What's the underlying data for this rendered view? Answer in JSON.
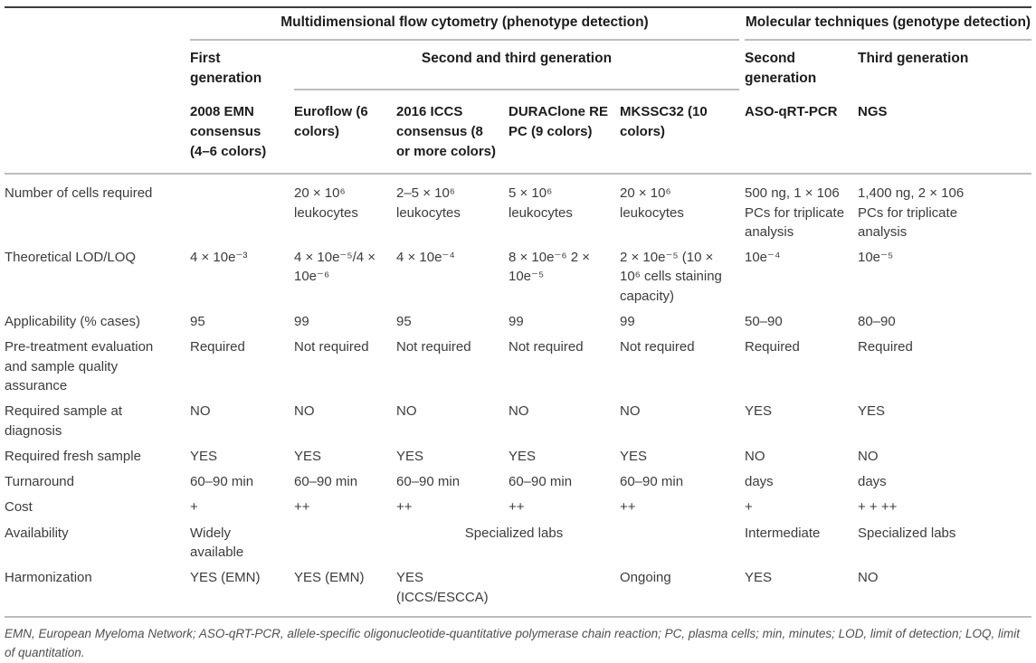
{
  "table": {
    "group_headers": {
      "flow": "Multidimensional flow cytometry (phenotype detection)",
      "molecular": "Molecular techniques (genotype detection)"
    },
    "subgroup_headers": {
      "first_generation": "First generation",
      "second_and_third_generation": "Second and third generation",
      "second_generation": "Second generation",
      "third_generation": "Third generation"
    },
    "columns": [
      "2008 EMN consensus (4–6 colors)",
      "Euroflow (6 colors)",
      "2016 ICCS consensus (8 or more colors)",
      "DURAClone RE PC (9 colors)",
      "MKSSC32 (10 colors)",
      "ASO-qRT-PCR",
      "NGS"
    ],
    "rows": [
      {
        "label": "Number of cells required",
        "cells": [
          "",
          "20 × 10⁶ leukocytes",
          "2–5 × 10⁶ leukocytes",
          "5 × 10⁶ leukocytes",
          "20 × 10⁶ leukocytes",
          "500 ng, 1 × 106 PCs for triplicate analysis",
          "1,400 ng, 2 × 106 PCs for triplicate analysis"
        ]
      },
      {
        "label": "Theoretical LOD/LOQ",
        "cells": [
          "4 × 10e⁻³",
          "4 × 10e⁻⁵/4 × 10e⁻⁶",
          "4 × 10e⁻⁴",
          "8 × 10e⁻⁶ 2 × 10e⁻⁵",
          "2 × 10e⁻⁵ (10 × 10⁶ cells staining capacity)",
          "10e⁻⁴",
          "10e⁻⁵"
        ]
      },
      {
        "label": "Applicability (% cases)",
        "cells": [
          "95",
          "99",
          "95",
          "99",
          "99",
          "50–90",
          "80–90"
        ]
      },
      {
        "label": "Pre-treatment evaluation and sample quality assurance",
        "cells": [
          "Required",
          "Not required",
          "Not required",
          "Not required",
          "Not required",
          "Required",
          "Required"
        ]
      },
      {
        "label": "Required sample at diagnosis",
        "cells": [
          "NO",
          "NO",
          "NO",
          "NO",
          "NO",
          "YES",
          "YES"
        ]
      },
      {
        "label": "Required fresh sample",
        "cells": [
          "YES",
          "YES",
          "YES",
          "YES",
          "YES",
          "NO",
          "NO"
        ]
      },
      {
        "label": "Turnaround",
        "cells": [
          "60–90 min",
          "60–90 min",
          "60–90 min",
          "60–90 min",
          "60–90 min",
          "days",
          "days"
        ]
      },
      {
        "label": "Cost",
        "cells": [
          "+",
          "++",
          "++",
          "++",
          "++",
          "+",
          "+ + ++"
        ]
      },
      {
        "label": "Availability",
        "cells": [
          "Widely available",
          {
            "text": "Specialized labs",
            "span": 4,
            "align": "center"
          },
          "Intermediate",
          "Specialized labs"
        ]
      },
      {
        "label": "Harmonization",
        "cells": [
          "YES (EMN)",
          "YES (EMN)",
          "YES (ICCS/ESCCA)",
          "",
          "Ongoing",
          "YES",
          "NO"
        ]
      }
    ]
  },
  "footnote": "EMN, European Myeloma Network; ASO-qRT-PCR, allele-specific oligonucleotide-quantitative polymerase chain reaction; PC, plasma cells; min, minutes; LOD, limit of detection; LOQ, limit of quantitation."
}
